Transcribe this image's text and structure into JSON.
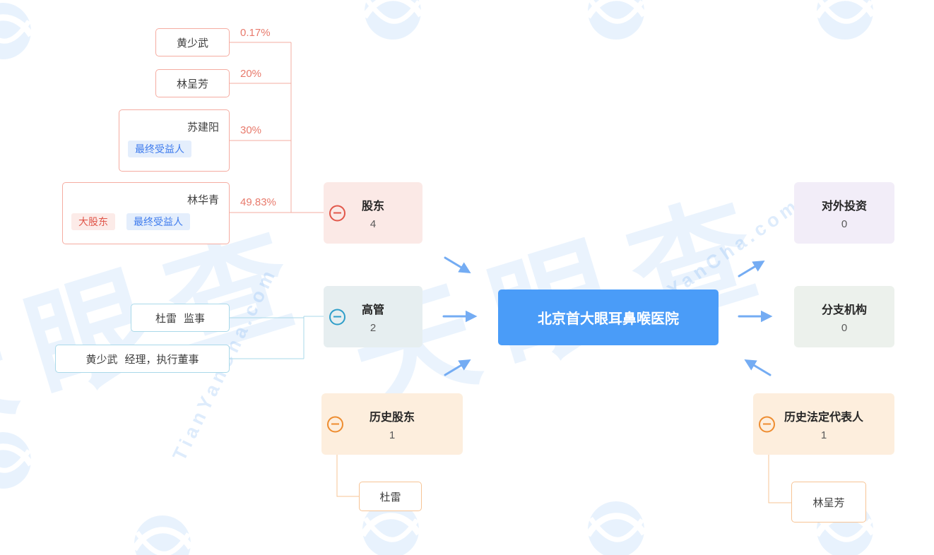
{
  "watermark": {
    "brand": "天眼查",
    "site": "TianYanCha.com"
  },
  "company": {
    "name": "北京首大眼耳鼻喉医院"
  },
  "groups": {
    "shareholders": {
      "title": "股东",
      "count": "4"
    },
    "executives": {
      "title": "高管",
      "count": "2"
    },
    "history_shareholders": {
      "title": "历史股东",
      "count": "1"
    },
    "investments": {
      "title": "对外投资",
      "count": "0"
    },
    "branches": {
      "title": "分支机构",
      "count": "0"
    },
    "history_legal_reps": {
      "title": "历史法定代表人",
      "count": "1"
    }
  },
  "shareholders": [
    {
      "name": "黄少武",
      "percent": "0.17%"
    },
    {
      "name": "林呈芳",
      "percent": "20%"
    },
    {
      "name": "苏建阳",
      "percent": "30%",
      "badge_beneficiary": "最终受益人"
    },
    {
      "name": "林华青",
      "percent": "49.83%",
      "badge_major": "大股东",
      "badge_beneficiary": "最终受益人"
    }
  ],
  "executives": [
    {
      "name": "杜雷",
      "role": "监事"
    },
    {
      "name": "黄少武",
      "role": "经理，执行董事"
    }
  ],
  "history_shareholders": [
    {
      "name": "杜雷"
    }
  ],
  "history_legal_reps": [
    {
      "name": "林呈芳"
    }
  ],
  "colors": {
    "company_blue": "#4a9cf8",
    "arrow_blue": "#74acf3",
    "shareholder_line": "#f3aca1",
    "executive_line": "#a9d9e9",
    "history_line": "#f7c495",
    "minus_red": "#e2574a",
    "minus_blue": "#2e9ec9",
    "minus_orange": "#ee8c2f"
  }
}
